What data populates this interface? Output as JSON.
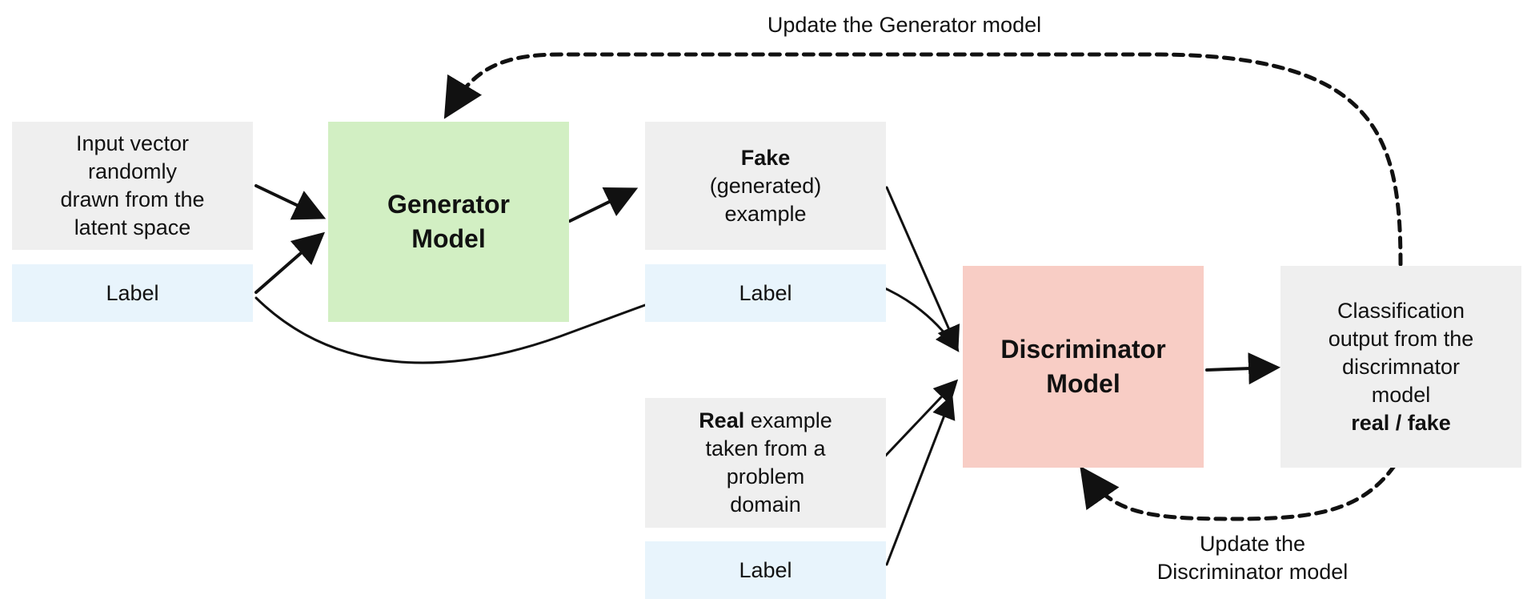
{
  "update_generator_text": "Update the Generator model",
  "update_discriminator_text": [
    "Update the",
    "Discriminator model"
  ],
  "input_vector": {
    "lines": [
      "Input vector",
      "randomly",
      "drawn from the",
      "latent space"
    ]
  },
  "label_1": "Label",
  "generator": {
    "lines": [
      "Generator",
      "Model"
    ]
  },
  "fake": {
    "bold": "Fake",
    "lines": [
      "(generated)",
      "example"
    ]
  },
  "label_2": "Label",
  "discriminator": {
    "lines": [
      "Discriminator",
      "Model"
    ]
  },
  "real": {
    "bold": "Real",
    "rest": " example",
    "lines": [
      "taken from a",
      "problem",
      "domain"
    ]
  },
  "label_3": "Label",
  "classification": {
    "lines": [
      "Classification",
      "output from the",
      "discrimnator",
      "model"
    ],
    "bold": "real / fake"
  },
  "colors": {
    "generator_fill": "#d2efc3",
    "discriminator_fill": "#f8cdc5",
    "data_fill": "#efefef",
    "label_fill": "#e8f4fc",
    "arrow": "#111111"
  }
}
